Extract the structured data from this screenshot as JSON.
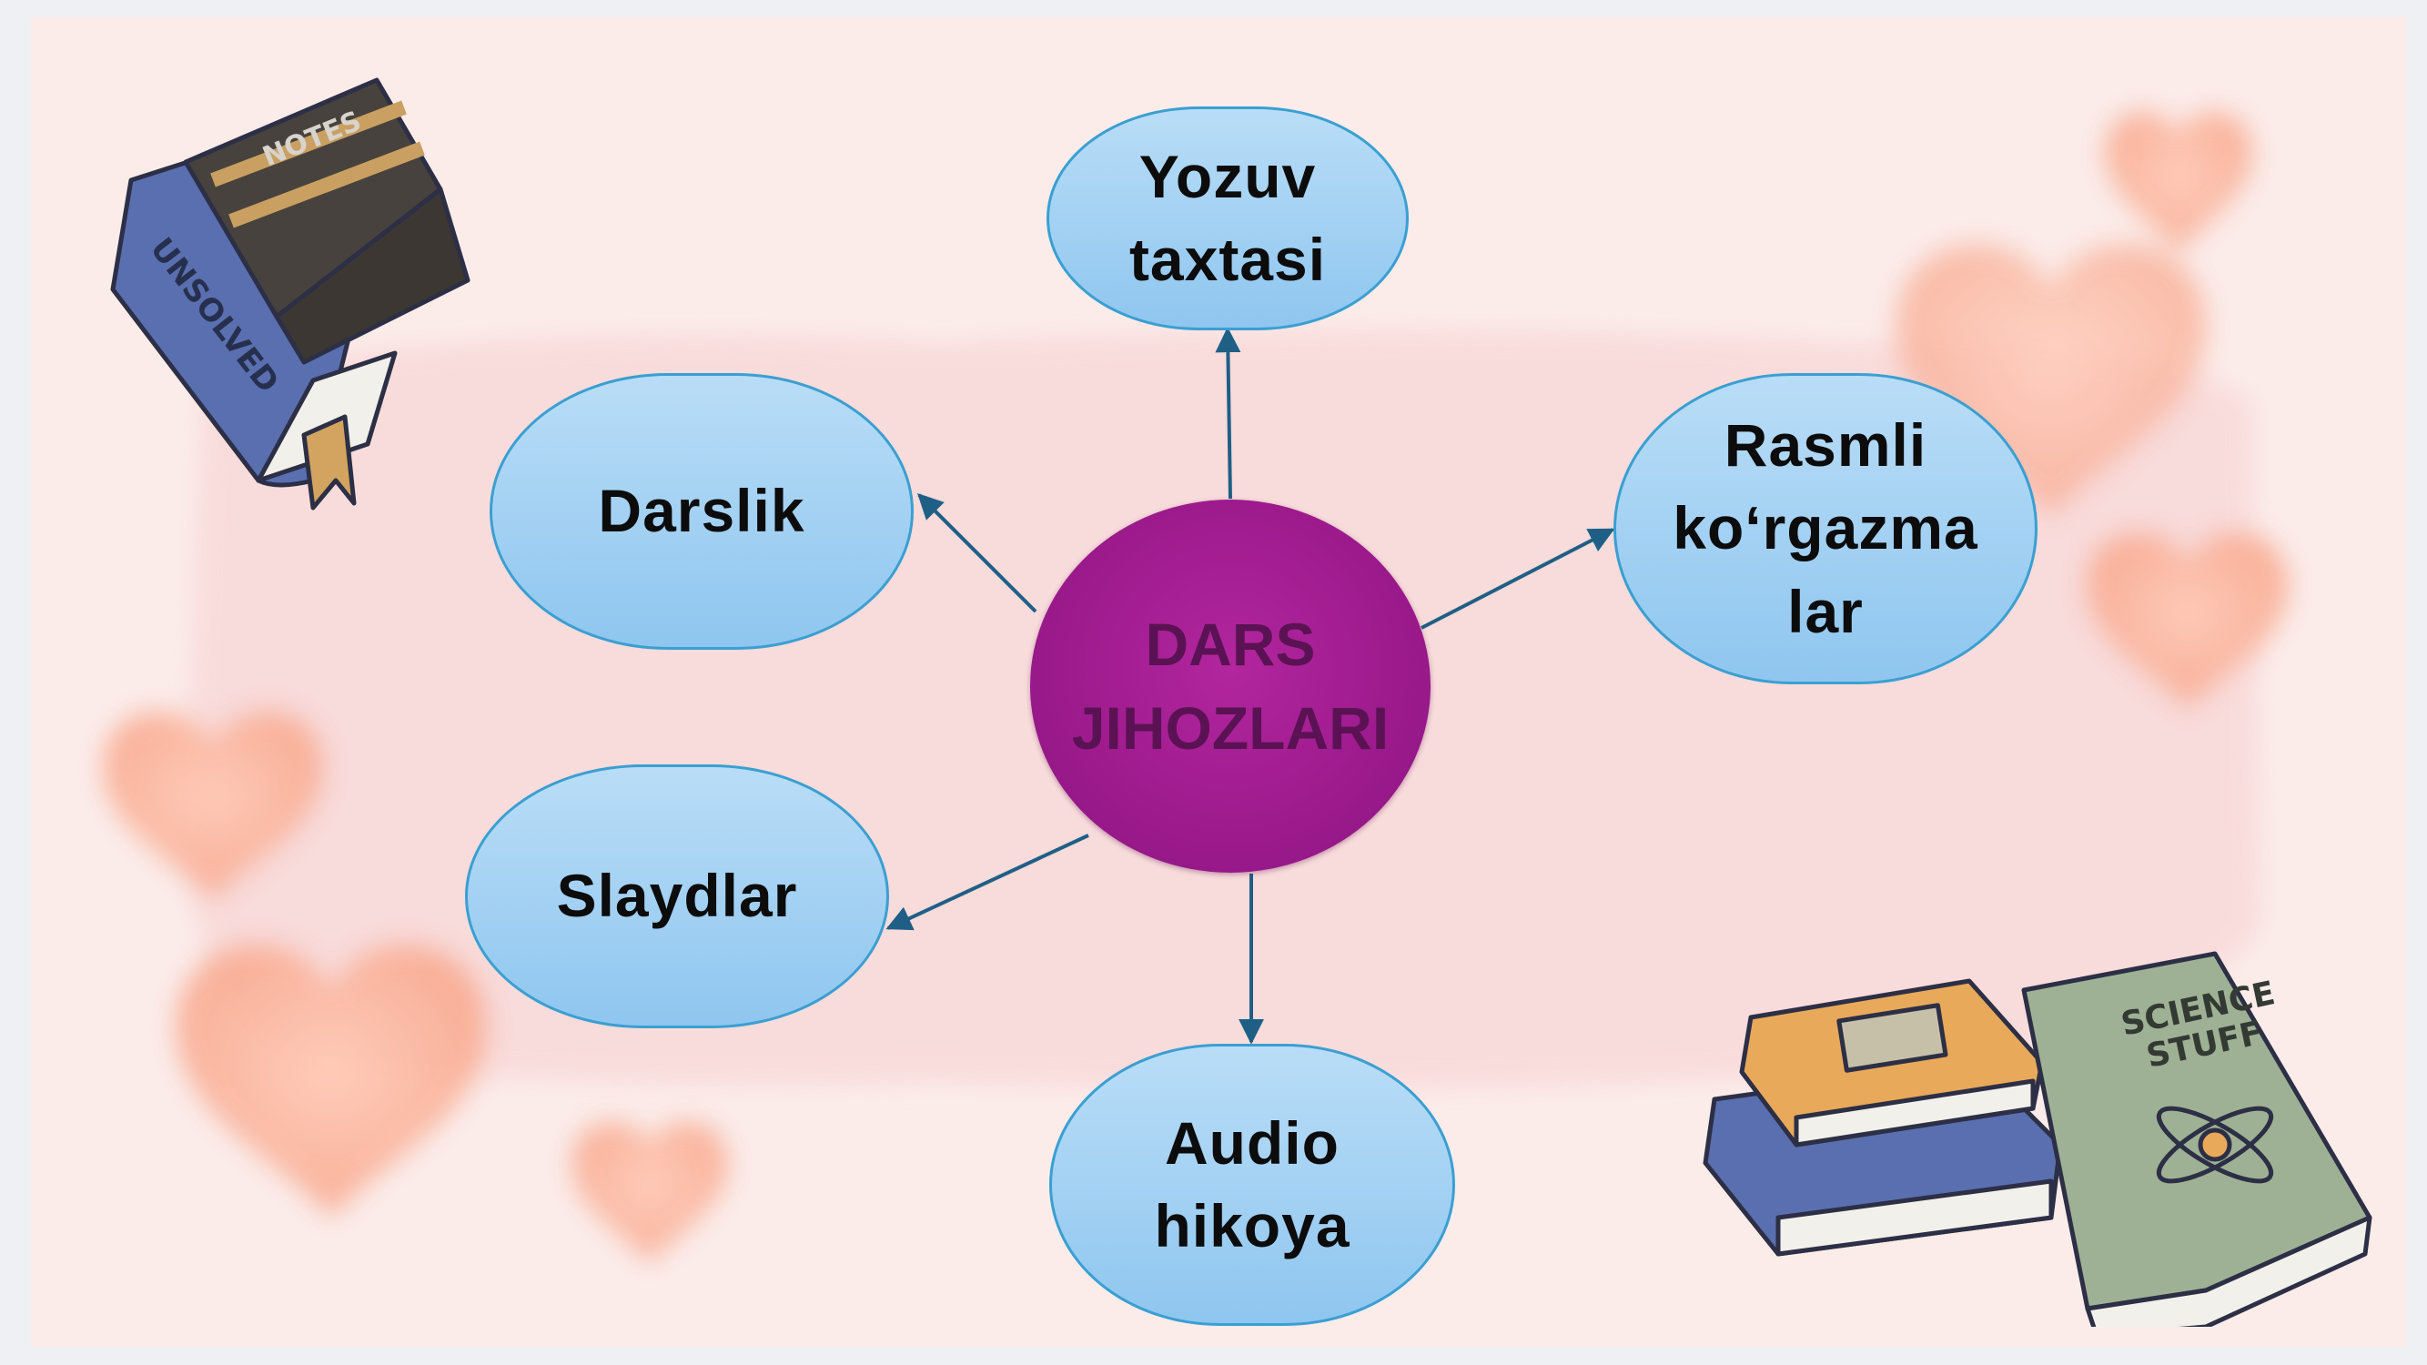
{
  "center": {
    "label": "DARS\nJIHOZLARI"
  },
  "nodes": {
    "top": "Yozuv\ntaxtasi",
    "left_upper": "Darslik",
    "right": "Rasmli\nko‘rgazma\nlar",
    "left_lower": "Slaydlar",
    "bottom": "Audio\nhikoya"
  },
  "books_left": {
    "top_book": "NOTES",
    "bottom_book": "UNSOLVED"
  },
  "books_right": {
    "green_book": "SCIENCE\nSTUFF"
  },
  "colors": {
    "node_fill": "#a8d4f4",
    "node_border": "#3a9fd1",
    "center_fill": "#a01f90",
    "center_text": "#5b1254",
    "arrow": "#1f5f86",
    "background": "#fbecea"
  }
}
